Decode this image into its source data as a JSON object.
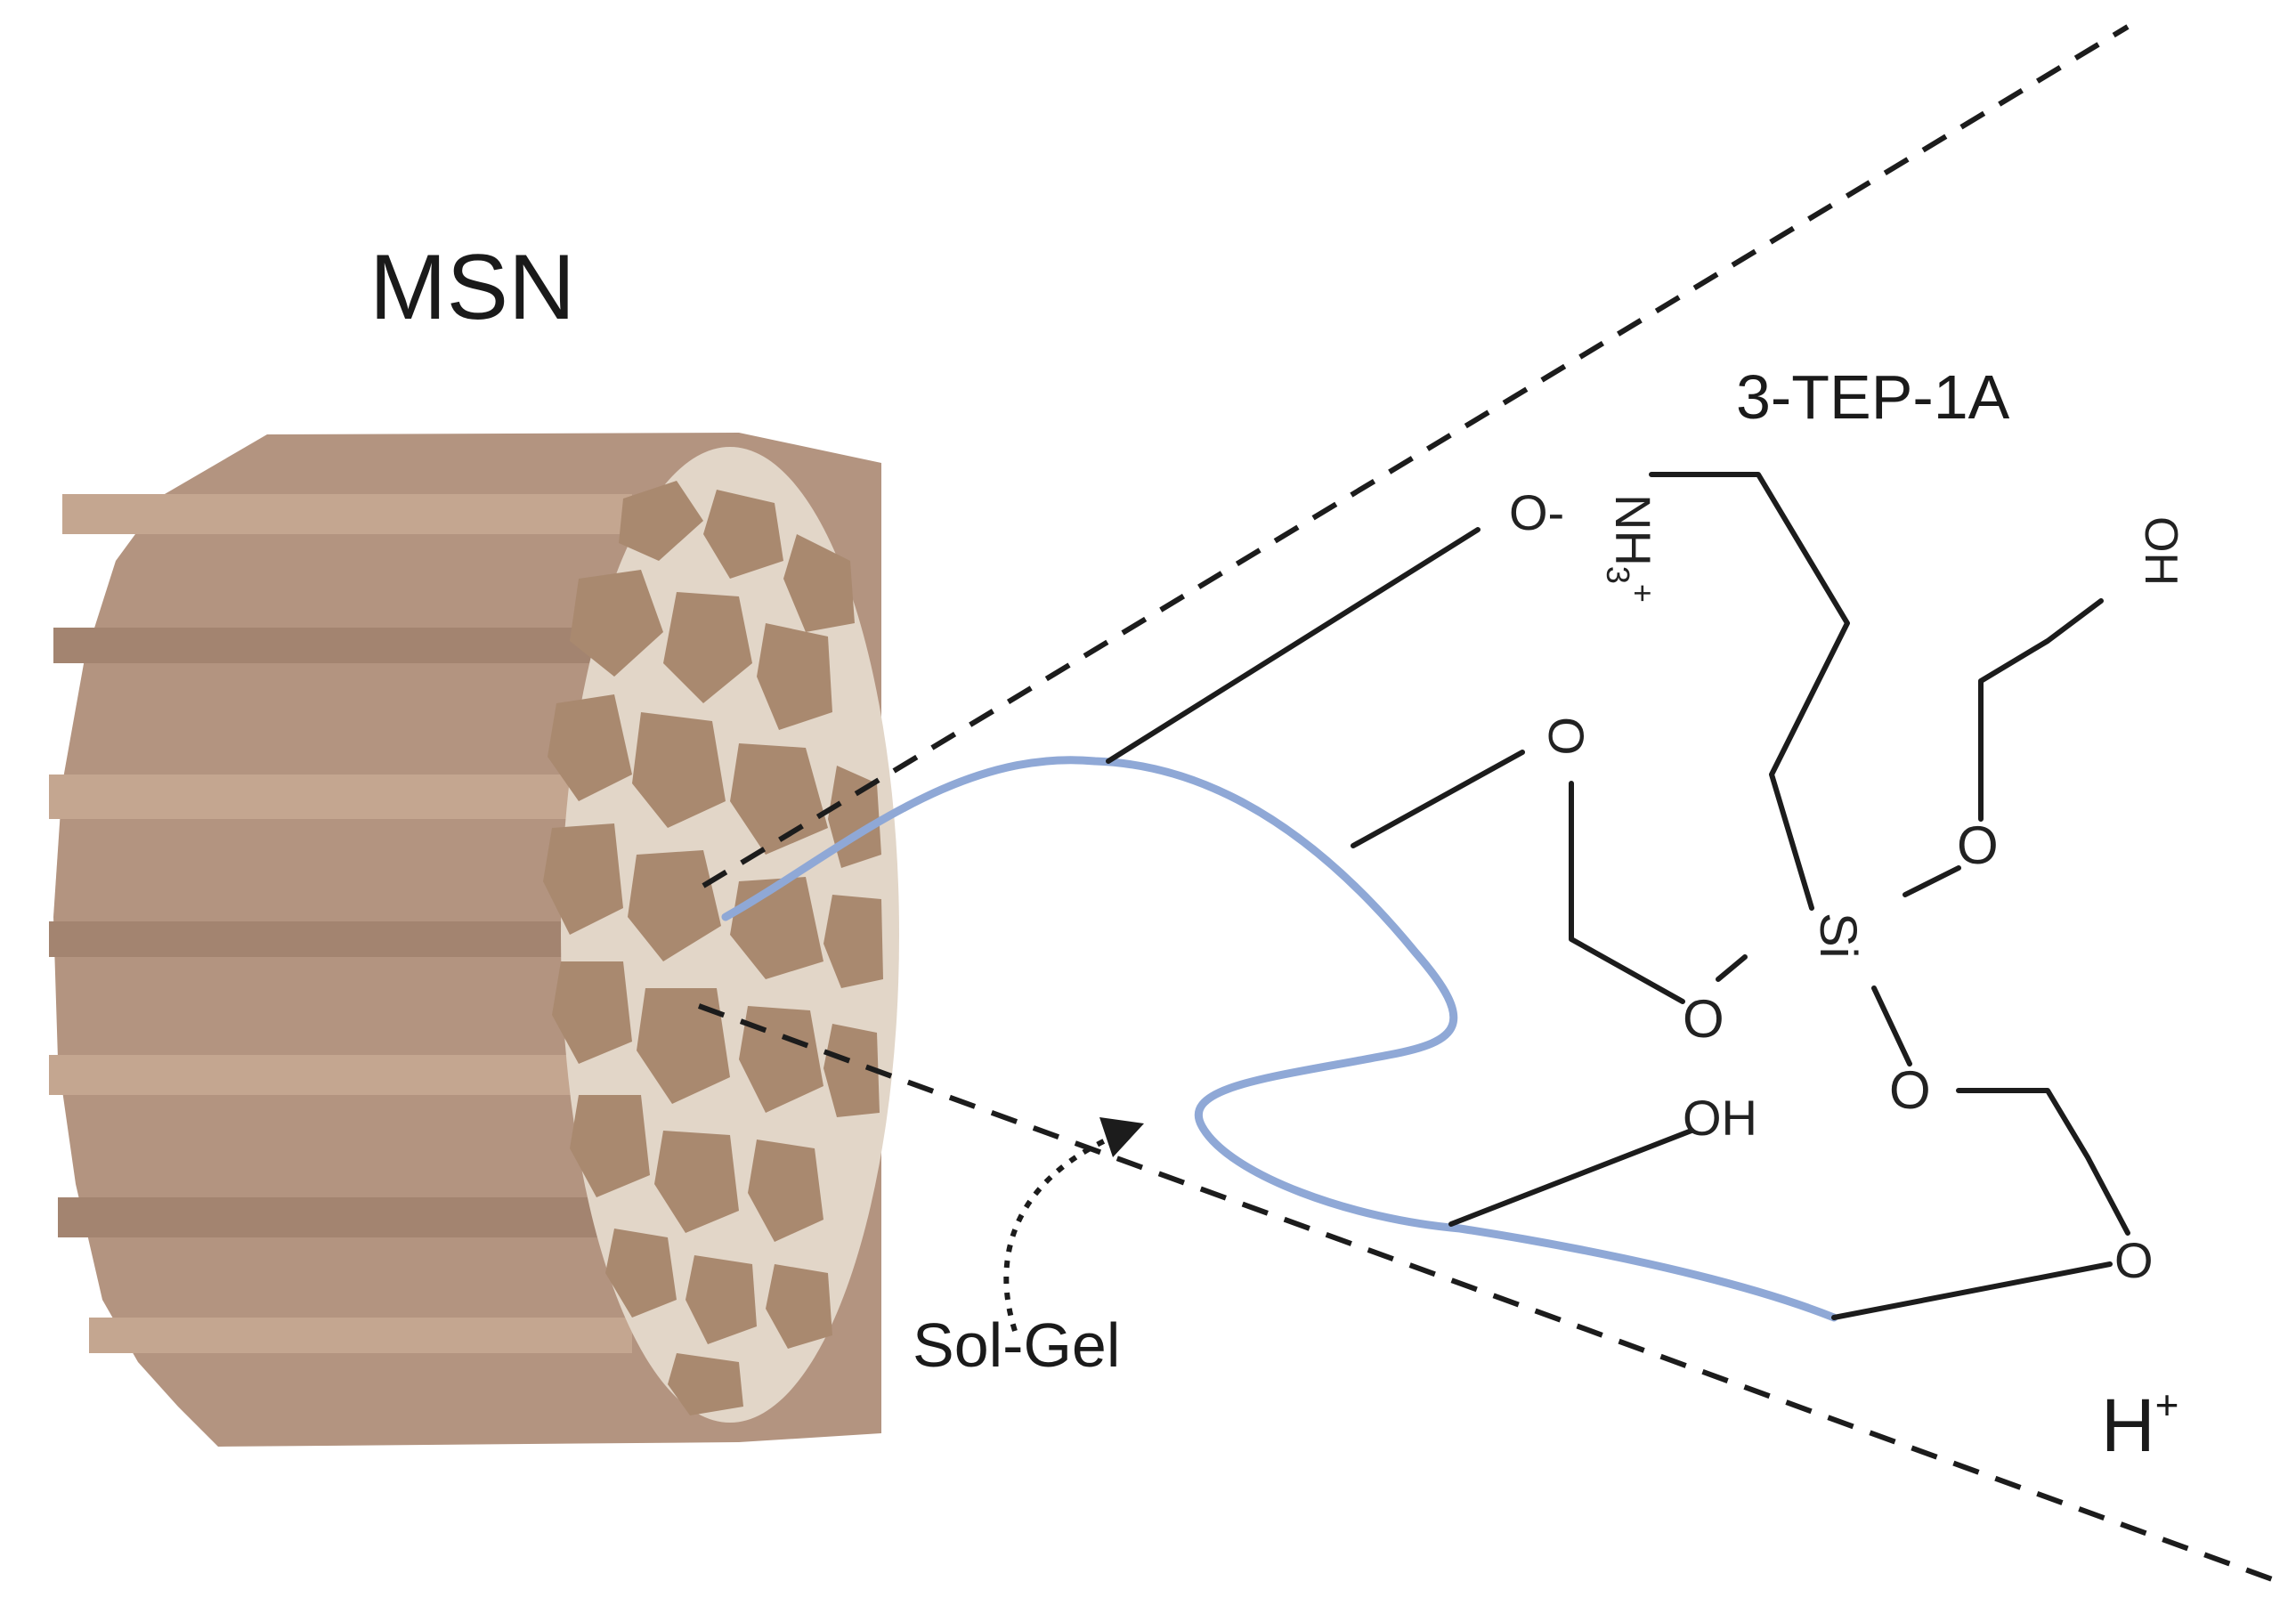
{
  "labels": {
    "particle": "MSN",
    "molecule": "3-TEP-1A",
    "process": "Sol-Gel",
    "proton": "H",
    "proton_charge": "+"
  },
  "molecule_atoms": {
    "o_top": "O-",
    "nh3": "NH",
    "nh3_sub": "3",
    "nh3_charge": "+",
    "o_upper": "O",
    "oh_right": "OH",
    "o_right": "O",
    "si": "Si",
    "o_left": "O",
    "o_lower": "O",
    "oh_bottom": "OH",
    "o_far": "O"
  },
  "colors": {
    "particle_body": "#b39480",
    "particle_stripe": "#a38470",
    "particle_face": "#e2d6c8",
    "pore_fill": "#a9896f",
    "chain": "#8fa8d6",
    "lines": "#1c1c1c"
  }
}
